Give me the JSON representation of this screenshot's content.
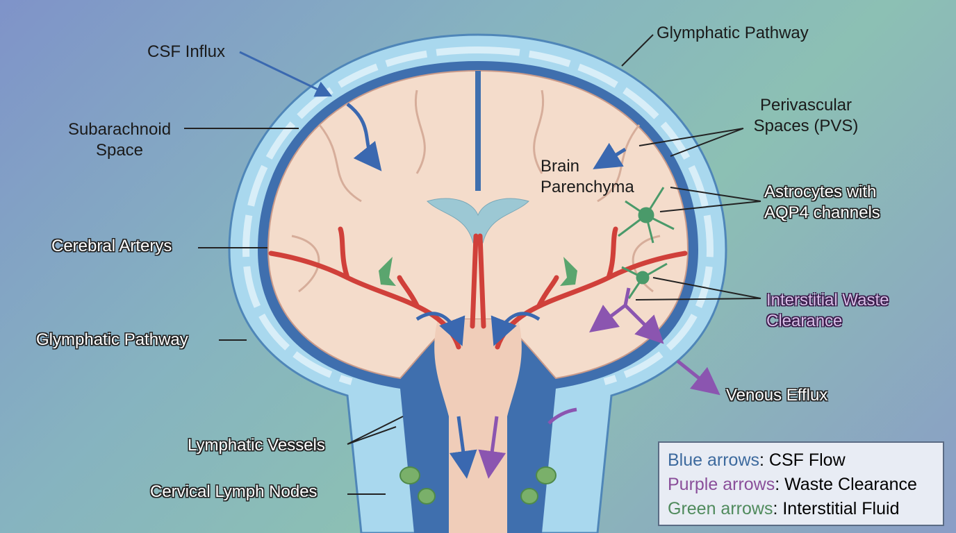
{
  "labels": {
    "csf_influx": "CSF Influx",
    "glymphatic_top": "Glymphatic Pathway",
    "subarachnoid": [
      "Subarachnoid",
      "Space"
    ],
    "pvs": [
      "Perivascular",
      "Spaces (PVS)"
    ],
    "brain_parenchyma": [
      "Brain",
      "Parenchyma"
    ],
    "astrocytes": [
      "Astrocytes with",
      "AQP4 channels"
    ],
    "cerebral_arterys": "Cerebral Arterys",
    "interstitial_waste": [
      "Interstitial Waste",
      "Clearance"
    ],
    "glymphatic_left": "Glymphatic Pathway",
    "venous_efflux": "Venous Efflux",
    "lymphatic_vessels": "Lymphatic Vessels",
    "cervical_lymph_nodes": "Cervical Lymph Nodes"
  },
  "legend": [
    {
      "key": "Blue arrows",
      "value": "CSF Flow",
      "color": "#3d6a9e"
    },
    {
      "key": "Purple arrows",
      "value": "Waste Clearance",
      "color": "#8a4f9a"
    },
    {
      "key": "Green arrows",
      "value": "Interstitial Fluid",
      "color": "#4f8a5c"
    }
  ]
}
